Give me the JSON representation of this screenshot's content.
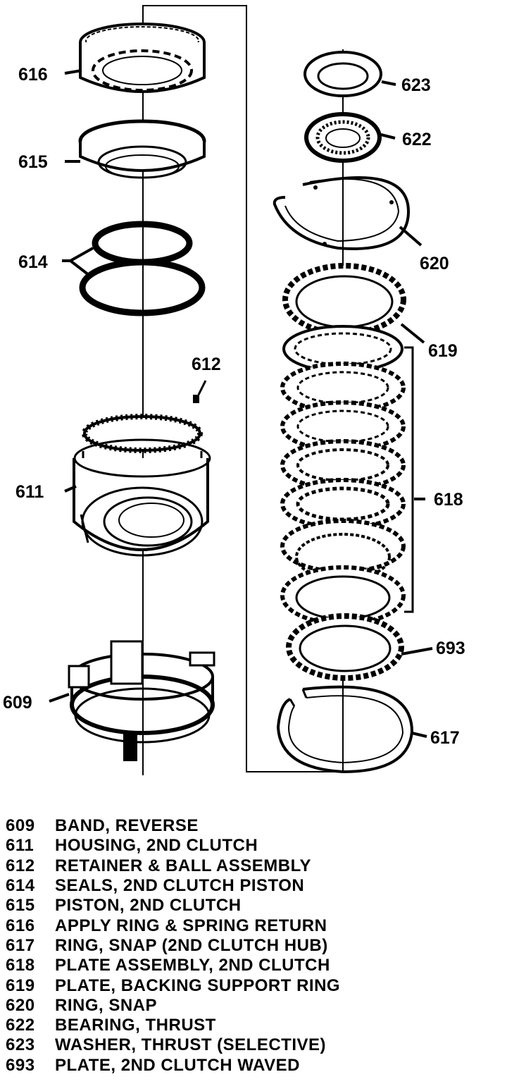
{
  "diagram": {
    "callouts": {
      "c616": "616",
      "c615": "615",
      "c614": "614",
      "c612": "612",
      "c611": "611",
      "c609": "609",
      "c623": "623",
      "c622": "622",
      "c620": "620",
      "c619": "619",
      "c618": "618",
      "c693": "693",
      "c617": "617"
    }
  },
  "legend": [
    {
      "num": "609",
      "desc": "BAND, REVERSE"
    },
    {
      "num": "611",
      "desc": "HOUSING, 2ND CLUTCH"
    },
    {
      "num": "612",
      "desc": "RETAINER & BALL ASSEMBLY"
    },
    {
      "num": "614",
      "desc": "SEALS, 2ND CLUTCH PISTON"
    },
    {
      "num": "615",
      "desc": "PISTON, 2ND CLUTCH"
    },
    {
      "num": "616",
      "desc": "APPLY RING & SPRING RETURN"
    },
    {
      "num": "617",
      "desc": "RING, SNAP (2ND CLUTCH HUB)"
    },
    {
      "num": "618",
      "desc": "PLATE ASSEMBLY, 2ND CLUTCH"
    },
    {
      "num": "619",
      "desc": "PLATE, BACKING SUPPORT RING"
    },
    {
      "num": "620",
      "desc": "RING, SNAP"
    },
    {
      "num": "622",
      "desc": "BEARING, THRUST"
    },
    {
      "num": "623",
      "desc": "WASHER, THRUST (SELECTIVE)"
    },
    {
      "num": "693",
      "desc": "PLATE, 2ND CLUTCH WAVED"
    }
  ]
}
